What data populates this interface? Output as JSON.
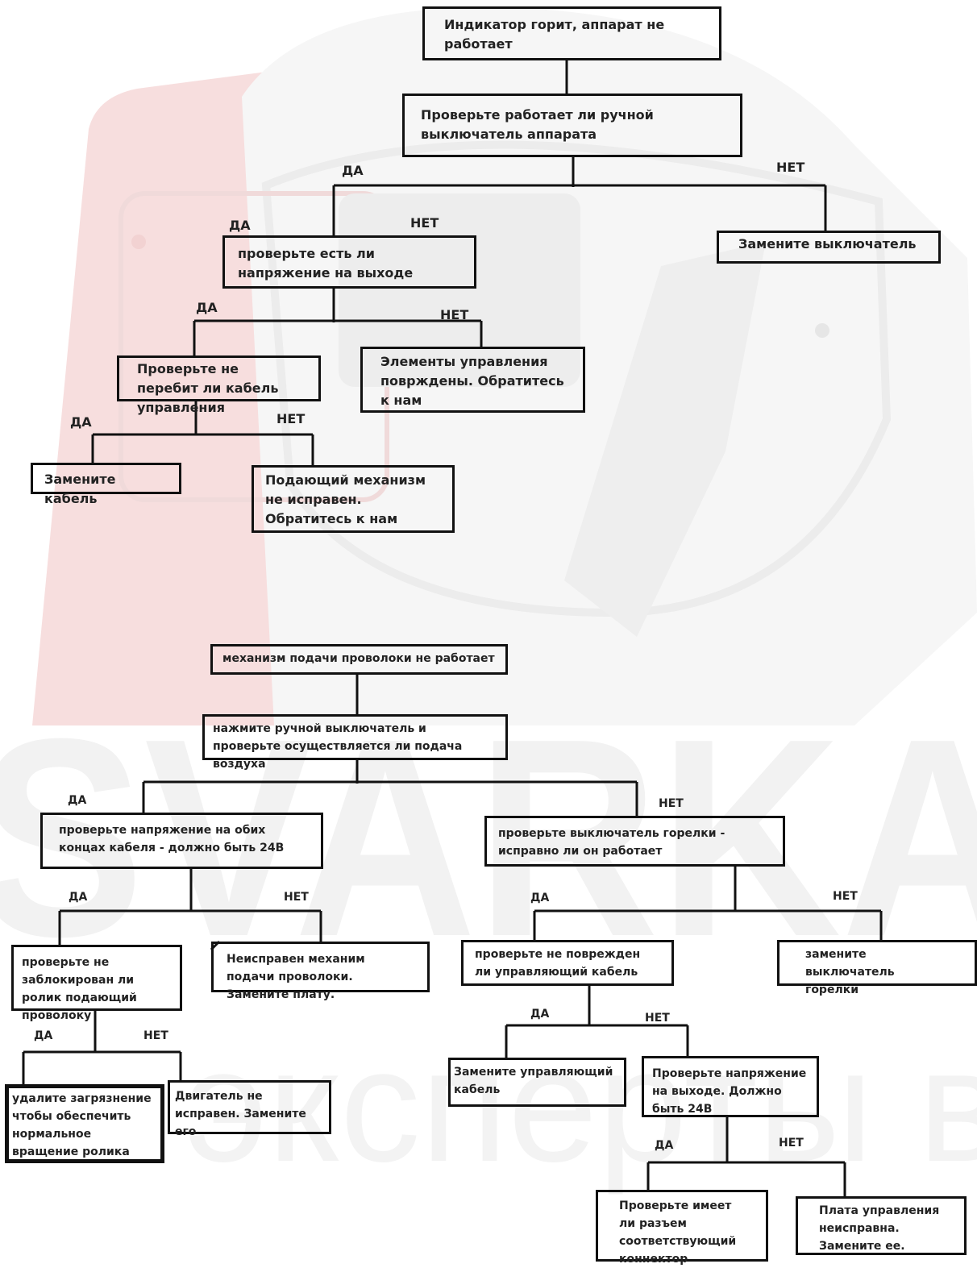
{
  "colors": {
    "box_border": "#111111",
    "text": "#222222",
    "watermark_red": "#f4dada",
    "watermark_gray": "#f0f0f0"
  },
  "watermark": {
    "logo_text": "SVARKA",
    "subtitle": "эксперты в сварке",
    "icon": "welder-helmet-icon"
  },
  "flow1": {
    "root": "Индикатор          горит, аппарат не работает",
    "check_switch": "Проверьте работает ли ручной выключатель аппарата",
    "replace_switch": "Замените выключатель",
    "check_voltage": "проверьте есть ли напряжение на выходе",
    "controls_damaged": "Элементы управления поврждены. Обратитесь к нам",
    "check_cable": "Проверьте не перебит ли кабель управления",
    "replace_cable": "Замените кабель",
    "feeder_faulty": "Подающий механизм не исправен. Обратитесь к нам"
  },
  "flow2": {
    "root": "механизм подачи проволоки не работает",
    "press_switch": "нажмите ручной выключатель и проверьте осуществляется ли подача воздуха",
    "check_both_ends": "проверьте напряжение на обих концах кабеля  - должно быть 24В",
    "check_torch_switch": "проверьте выключатель горелки - исправно ли он работает",
    "check_roller": "проверьте не заблокирован ли ролик подающий проволоку",
    "feeder_board": "Неисправен механим подачи проволоки. Замените плату.",
    "check_control_cable": "проверьте не поврежден ли управляющий кабель",
    "replace_torch_switch": "замените выключатель горелки",
    "remove_dirt": "удалите загрязнение чтобы обеспечить нормальное вращение ролика",
    "motor_faulty": "Двигатель не исправен. Замените его",
    "replace_control_cable": "Замените управляющий кабель",
    "check_output_24": "Проверьте напряжение на выходе. Должно быть 24В",
    "check_connector": "Проверьте имеет ли разъем соответствующий коннектор",
    "board_faulty": "Плата управления неисправна. Замените ее."
  },
  "labels": {
    "yes": "ДА",
    "no": "НЕТ"
  }
}
